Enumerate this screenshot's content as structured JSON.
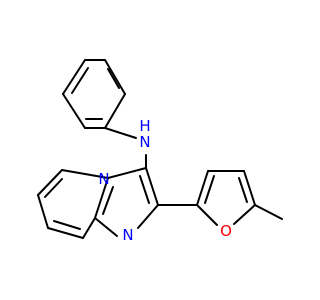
{
  "molecule": {
    "atoms": [
      {
        "id": "N_amine",
        "symbol": "N",
        "color": "#0000ff",
        "h_label": "H"
      },
      {
        "id": "N_bridge",
        "symbol": "N",
        "color": "#0000ff"
      },
      {
        "id": "N_ring",
        "symbol": "N",
        "color": "#0000ff"
      },
      {
        "id": "O_furan",
        "symbol": "O",
        "color": "#ff0000"
      }
    ],
    "bond_color": "#000000"
  }
}
